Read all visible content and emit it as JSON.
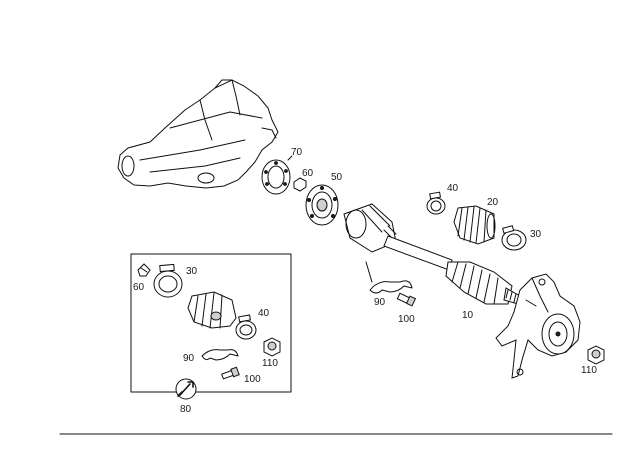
{
  "diagram": {
    "callouts": {
      "c70": "70",
      "c60_top": "60",
      "c50": "50",
      "c40_top": "40",
      "c20": "20",
      "c30_right": "30",
      "c90_main": "90",
      "c100_main": "100",
      "c10": "10",
      "c110_right": "110",
      "c60_box": "60",
      "c30_box": "30",
      "c40_box": "40",
      "c110_box": "110",
      "c90_box": "90",
      "c100_box": "100",
      "c80": "80"
    }
  }
}
